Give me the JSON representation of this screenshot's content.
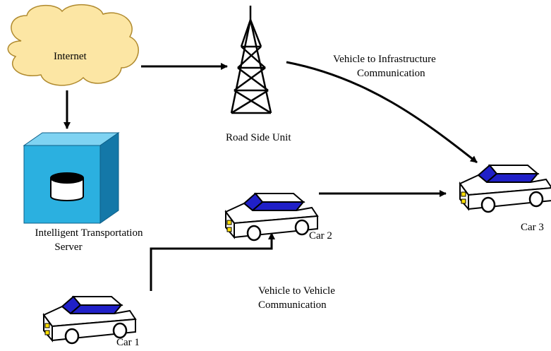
{
  "nodes": {
    "internet": "Internet",
    "server_line1": "Intelligent Transportation",
    "server_line2": "Server",
    "rsu": "Road Side Unit",
    "car1": "Car 1",
    "car2": "Car 2",
    "car3": "Car 3"
  },
  "edges": {
    "v2i_line1": "Vehicle to Infrastructure",
    "v2i_line2": "Communication",
    "v2v_line1": "Vehicle to Vehicle",
    "v2v_line2": "Communication"
  },
  "colors": {
    "cloud_fill": "#fce6a4",
    "cloud_stroke": "#b08a2e",
    "server_front": "#2bb0e0",
    "server_top": "#7fd3f2",
    "server_side": "#1478a8",
    "windshield": "#2020c8",
    "car_body": "#ffffff",
    "headlight": "#ffe000"
  },
  "icons": {
    "internet": "cloud-icon",
    "server": "database-cube-icon",
    "rsu": "tower-icon",
    "car": "car-icon"
  }
}
